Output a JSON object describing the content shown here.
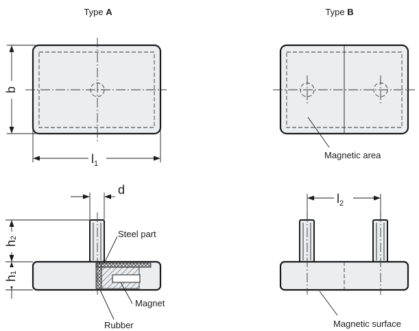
{
  "type_a": {
    "prefix": "Type ",
    "letter": "A"
  },
  "type_b": {
    "prefix": "Type ",
    "letter": "B"
  },
  "dimensions": {
    "b": "b",
    "l1": {
      "base": "l",
      "sub": "1"
    },
    "l2": {
      "base": "l",
      "sub": "2"
    },
    "d": "d",
    "h1": {
      "base": "h",
      "sub": "1"
    },
    "h2": {
      "base": "h",
      "sub": "2"
    }
  },
  "labels": {
    "magnetic_area": "Magnetic area",
    "steel_part": "Steel part",
    "magnet": "Magnet",
    "rubber": "Rubber",
    "magnetic_surface": "Magnetic surface"
  },
  "colors": {
    "body_fill": "#eaeef1",
    "line": "#1a1a1a"
  }
}
